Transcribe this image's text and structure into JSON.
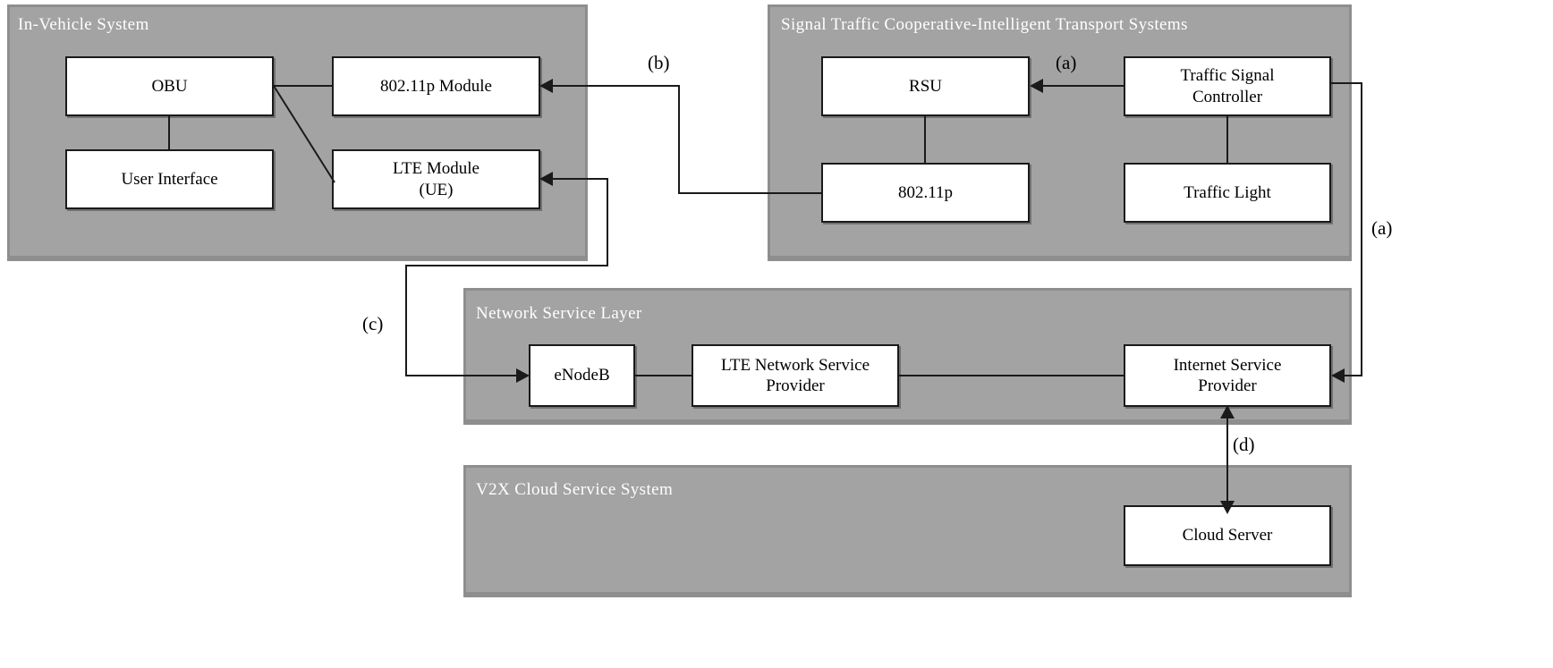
{
  "diagram": {
    "title_none": "",
    "panels": [
      {
        "id": "in-vehicle",
        "title": "In-Vehicle  System"
      },
      {
        "id": "c-its",
        "title": "Signal Traffic  Cooperative-Intelligent  Transport Systems"
      },
      {
        "id": "network-layer",
        "title": "Network Service Layer"
      },
      {
        "id": "v2x-cloud",
        "title": "V2X  Cloud Service System"
      }
    ],
    "nodes": {
      "obu": "OBU",
      "module_80211p_vehicle": "802.11p  Module",
      "user_interface": "User Interface",
      "lte_module_line1": "LTE Module",
      "lte_module_line2": "(UE)",
      "rsu": "RSU",
      "traffic_signal_controller_line1": "Traffic  Signal",
      "traffic_signal_controller_line2": "Controller",
      "module_80211p_rsu": "802.11p",
      "traffic_light": "Traffic  Light",
      "enodeb": "eNodeB",
      "lte_network_service_provider_line1": "LTE Network Service",
      "lte_network_service_provider_line2": "Provider",
      "internet_service_provider_line1": "Internet Service",
      "internet_service_provider_line2": "Provider",
      "cloud_server": "Cloud Server"
    },
    "flow_labels": {
      "a_top": "(a)",
      "a_right": "(a)",
      "b": "(b)",
      "c": "(c)",
      "d": "(d)"
    },
    "colors": {
      "panel_fill": "#a3a3a3",
      "panel_border": "#8e8e8e",
      "node_fill": "#ffffff",
      "node_border": "#1a1a1a",
      "title_text": "#ffffff",
      "body_text": "#000000",
      "background": "#ffffff"
    }
  }
}
